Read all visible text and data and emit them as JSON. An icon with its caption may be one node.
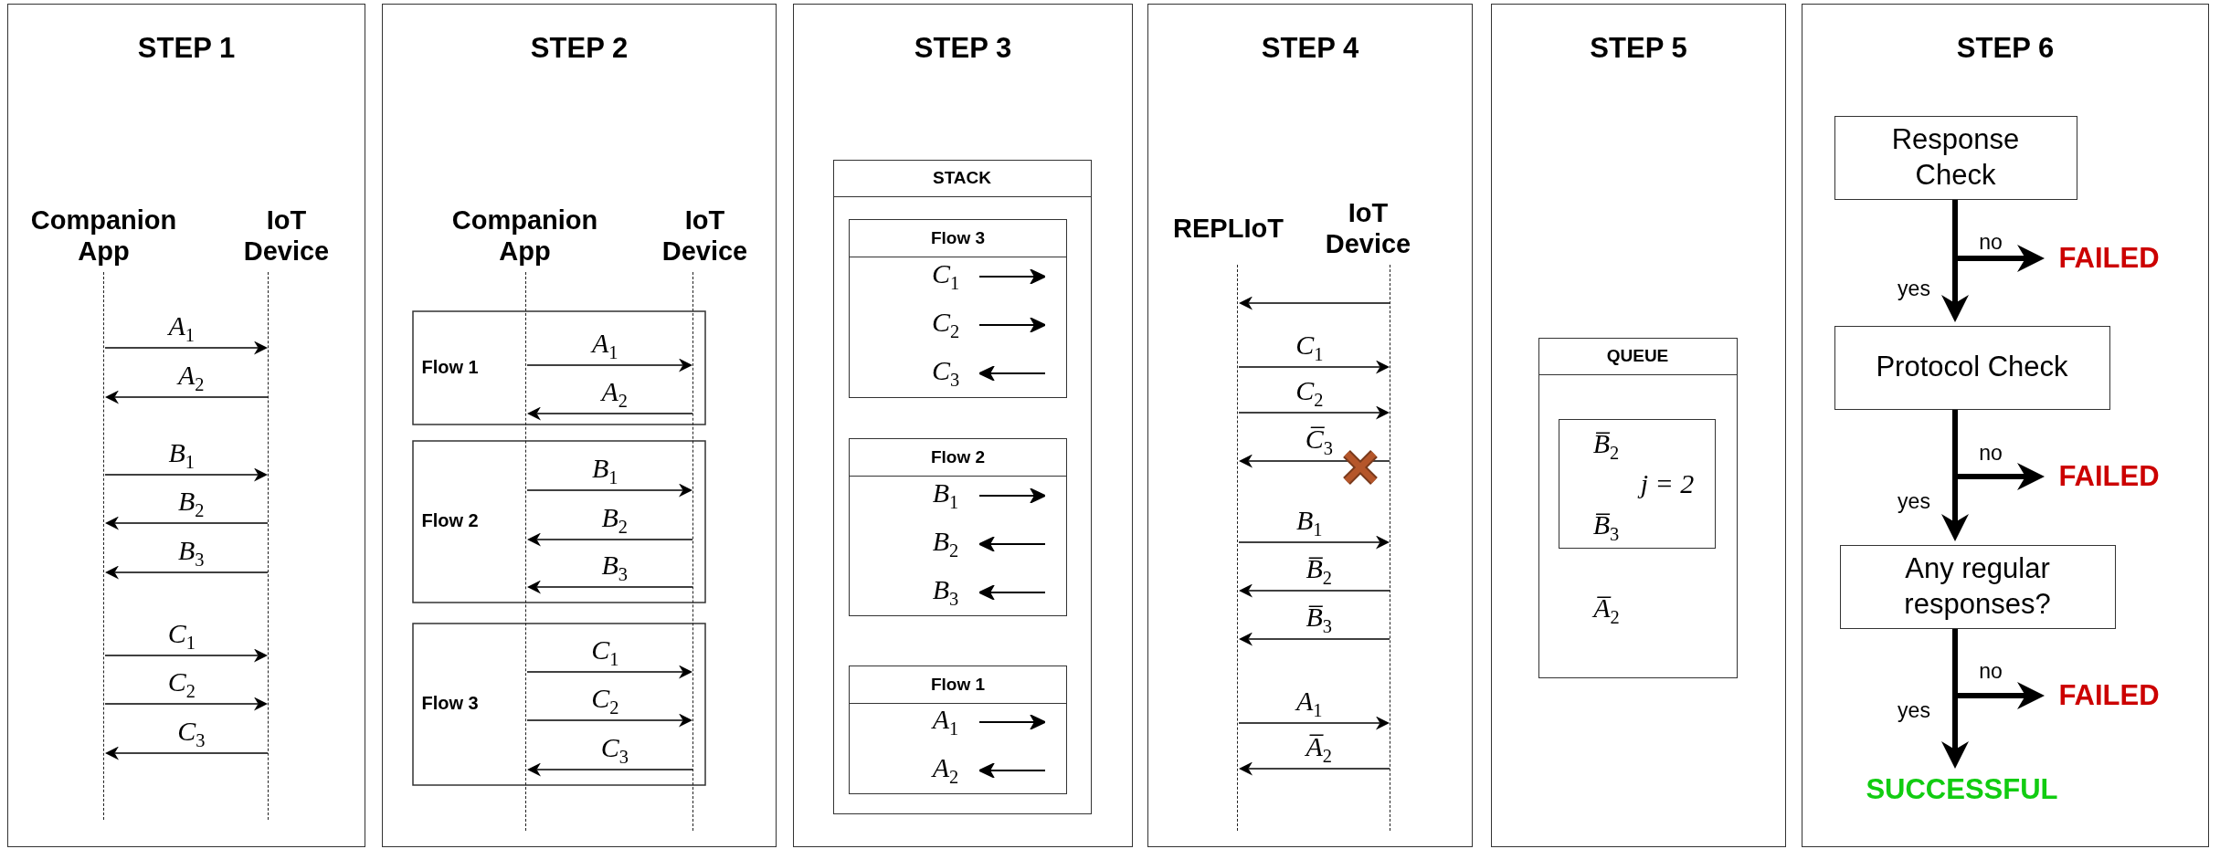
{
  "diagram": {
    "nodes": [
      {
        "text": [
          "STEP 1"
        ]
      },
      {
        "text": [
          "Companion App"
        ],
        "in": 0
      },
      {
        "text": [
          "IoT Device"
        ],
        "in": 0
      },
      {
        "text": [
          "STEP 2"
        ]
      },
      {
        "text": [
          "Companion App"
        ],
        "in": 3
      },
      {
        "text": [
          "IoT Device"
        ],
        "in": 3
      },
      {
        "text": [
          "Flow 1"
        ],
        "in": 3
      },
      {
        "text": [
          "Flow 2"
        ],
        "in": 3
      },
      {
        "text": [
          "Flow 3"
        ],
        "in": 3
      },
      {
        "text": [
          "STEP 3"
        ]
      },
      {
        "text": [
          "STACK"
        ],
        "in": 9
      },
      {
        "text": [
          "Flow 3",
          "C$_{1}$",
          "C$_{2}$",
          "C$_{3}$"
        ],
        "in": 10
      },
      {
        "text": [
          "Flow 2",
          "B$_{1}$",
          "B$_{2}$",
          "B$_{3}$"
        ],
        "in": 10
      },
      {
        "text": [
          "Flow 1",
          "A$_{1}$",
          "A$_{2}$"
        ],
        "in": 10
      },
      {
        "text": [
          "STEP 4"
        ]
      },
      {
        "text": [
          "REPLIoT"
        ],
        "in": 14
      },
      {
        "text": [
          "IoT Device"
        ],
        "in": 14
      },
      {
        "text": [
          "STEP 5"
        ]
      },
      {
        "text": [
          "QUEUE",
          "A̅$_{2}$"
        ],
        "in": 17
      },
      {
        "text": [
          "B̅$_{2}$",
          "*j* = 2",
          "B̅$_{3}$"
        ],
        "in": 18
      },
      {
        "text": [
          "STEP 6"
        ]
      },
      {
        "text": [
          "Response Check"
        ],
        "in": 20
      },
      {
        "text": [
          "FAILED"
        ],
        "in": 20
      },
      {
        "text": [
          "Protocol Check"
        ],
        "in": 20
      },
      {
        "text": [
          "FAILED"
        ],
        "in": 20
      },
      {
        "text": [
          "Any regular responses?"
        ],
        "in": 20
      },
      {
        "text": [
          "FAILED"
        ],
        "in": 20
      },
      {
        "text": [
          "SUCCESSFUL"
        ],
        "in": 20
      }
    ],
    "edges": [
      {
        "from": 1,
        "to": 2,
        "arrow": "to",
        "label": "A$_{1}$"
      },
      {
        "from": 2,
        "to": 1,
        "arrow": "to",
        "label": "A$_{2}$"
      },
      {
        "from": 1,
        "to": 2,
        "arrow": "to",
        "label": "B$_{1}$"
      },
      {
        "from": 2,
        "to": 1,
        "arrow": "to",
        "label": "B$_{2}$"
      },
      {
        "from": 2,
        "to": 1,
        "arrow": "to",
        "label": "B$_{3}$"
      },
      {
        "from": 1,
        "to": 2,
        "arrow": "to",
        "label": "C$_{1}$"
      },
      {
        "from": 1,
        "to": 2,
        "arrow": "to",
        "label": "C$_{2}$"
      },
      {
        "from": 2,
        "to": 1,
        "arrow": "to",
        "label": "C$_{3}$"
      },
      {
        "from": 4,
        "to": 5,
        "arrow": "to",
        "label": "A$_{1}$"
      },
      {
        "from": 5,
        "to": 4,
        "arrow": "to",
        "label": "A$_{2}$"
      },
      {
        "from": 4,
        "to": 5,
        "arrow": "to",
        "label": "B$_{1}$"
      },
      {
        "from": 5,
        "to": 4,
        "arrow": "to",
        "label": "B$_{2}$"
      },
      {
        "from": 5,
        "to": 4,
        "arrow": "to",
        "label": "B$_{3}$"
      },
      {
        "from": 4,
        "to": 5,
        "arrow": "to",
        "label": "C$_{1}$"
      },
      {
        "from": 4,
        "to": 5,
        "arrow": "to",
        "label": "C$_{2}$"
      },
      {
        "from": 5,
        "to": 4,
        "arrow": "to",
        "label": "C$_{3}$"
      },
      {
        "from": 16,
        "to": 15,
        "arrow": "to"
      },
      {
        "from": 15,
        "to": 16,
        "arrow": "to",
        "label": "C$_{1}$"
      },
      {
        "from": 15,
        "to": 16,
        "arrow": "to",
        "label": "C$_{2}$"
      },
      {
        "from": 16,
        "to": 15,
        "arrow": "to",
        "label": "C̅$_{3}$"
      },
      {
        "from": 15,
        "to": 16,
        "arrow": "to",
        "label": "B$_{1}$"
      },
      {
        "from": 16,
        "to": 15,
        "arrow": "to",
        "label": "B̅$_{2}$"
      },
      {
        "from": 16,
        "to": 15,
        "arrow": "to",
        "label": "B̅$_{3}$"
      },
      {
        "from": 15,
        "to": 16,
        "arrow": "to",
        "label": "A$_{1}$"
      },
      {
        "from": 16,
        "to": 15,
        "arrow": "to",
        "label": "A̅$_{2}$"
      },
      {
        "from": 21,
        "to": 22,
        "arrow": "to",
        "label": "no",
        "style": "thick"
      },
      {
        "from": 21,
        "to": 23,
        "arrow": "to",
        "label": "yes",
        "style": "thick"
      },
      {
        "from": 23,
        "to": 24,
        "arrow": "to",
        "label": "no",
        "style": "thick"
      },
      {
        "from": 23,
        "to": 25,
        "arrow": "to",
        "label": "yes",
        "style": "thick"
      },
      {
        "from": 25,
        "to": 26,
        "arrow": "to",
        "label": "no",
        "style": "thick"
      },
      {
        "from": 25,
        "to": 27,
        "arrow": "to",
        "label": "yes",
        "style": "thick"
      }
    ]
  }
}
